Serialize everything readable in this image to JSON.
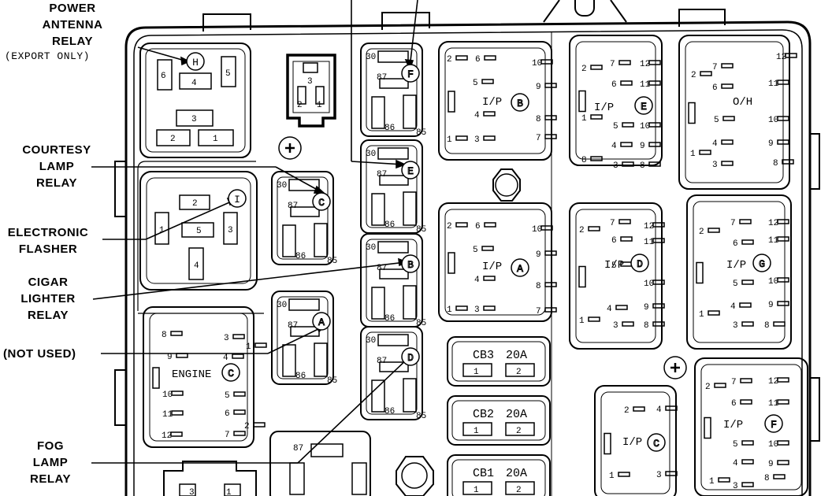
{
  "labels": {
    "power_antenna": [
      "POWER",
      "ANTENNA",
      "RELAY"
    ],
    "export_only": "(EXPORT ONLY)",
    "courtesy": [
      "COURTESY",
      "LAMP",
      "RELAY"
    ],
    "flasher": [
      "ELECTRONIC",
      "FLASHER"
    ],
    "cigar": [
      "CIGAR",
      "LIGHTER",
      "RELAY"
    ],
    "not_used": "(NOT USED)",
    "fog": [
      "FOG",
      "LAMP",
      "RELAY"
    ]
  },
  "relay_pins": {
    "p30": "30",
    "p87": "87",
    "p86": "86",
    "p85": "85"
  },
  "relays": [
    {
      "id": "F"
    },
    {
      "id": "E"
    },
    {
      "id": "B"
    },
    {
      "id": "D"
    },
    {
      "id": "C"
    },
    {
      "id": "A"
    }
  ],
  "connectors": [
    {
      "id": "B",
      "label": "I/P"
    },
    {
      "id": "E",
      "label": "I/P"
    },
    {
      "id": "",
      "label": "O/H"
    },
    {
      "id": "A",
      "label": "I/P"
    },
    {
      "id": "D",
      "label": "I/P"
    },
    {
      "id": "G",
      "label": "I/P"
    },
    {
      "id": "C",
      "label": "ENGINE"
    },
    {
      "id": "F",
      "label": "I/P"
    },
    {
      "id": "C",
      "label": "I/P"
    }
  ],
  "breakers": [
    {
      "name": "CB3",
      "rating": "20A"
    },
    {
      "name": "CB2",
      "rating": "20A"
    },
    {
      "name": "CB1",
      "rating": "20A"
    }
  ],
  "flasher_socket": {
    "id": "I",
    "pins": [
      "1",
      "2",
      "3",
      "4",
      "5"
    ]
  },
  "antenna_socket": {
    "id": "H",
    "pins": [
      "1",
      "2",
      "3",
      "4",
      "5",
      "6"
    ]
  },
  "small_socket_pins": [
    "1",
    "2",
    "3"
  ],
  "pin_numbers": [
    "1",
    "2",
    "3",
    "4",
    "5",
    "6",
    "7",
    "8",
    "9",
    "10",
    "11",
    "12"
  ]
}
